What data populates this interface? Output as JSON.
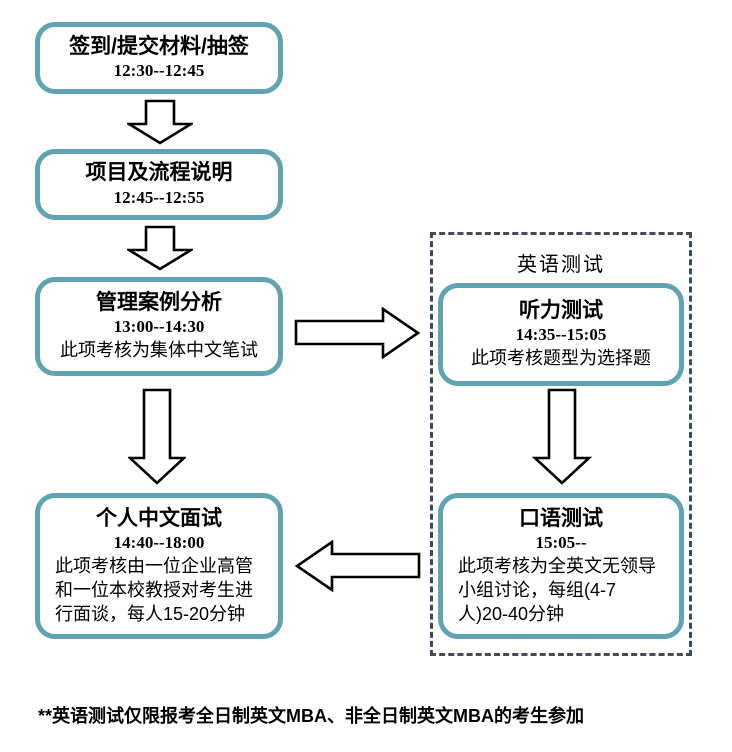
{
  "colors": {
    "node_border": "#5fa3b4",
    "group_border": "#3d4c5c",
    "arrow": "#000000",
    "background": "#ffffff",
    "text": "#000000"
  },
  "diagram": {
    "nodes": {
      "checkin": {
        "title": "签到/提交材料/抽签",
        "time": "12:30--12:45"
      },
      "intro": {
        "title": "项目及流程说明",
        "time": "12:45--12:55"
      },
      "case": {
        "title": "管理案例分析",
        "time": "13:00--14:30",
        "desc": "此项考核为集体中文笔试"
      },
      "interview": {
        "title": "个人中文面试",
        "time": "14:40--18:00",
        "desc": "此项考核由一位企业高管和一位本校教授对考生进行面谈，每人15-20分钟"
      },
      "listening": {
        "title": "听力测试",
        "time": "14:35--15:05",
        "desc": "此项考核题型为选择题"
      },
      "speaking": {
        "title": "口语测试",
        "time": "15:05--",
        "desc": "此项考核为全英文无领导小组讨论，每组(4-7人)20-40分钟"
      }
    },
    "group_label": "英语测试",
    "footnote": "**英语测试仅限报考全日制英文MBA、非全日制英文MBA的考生参加"
  }
}
